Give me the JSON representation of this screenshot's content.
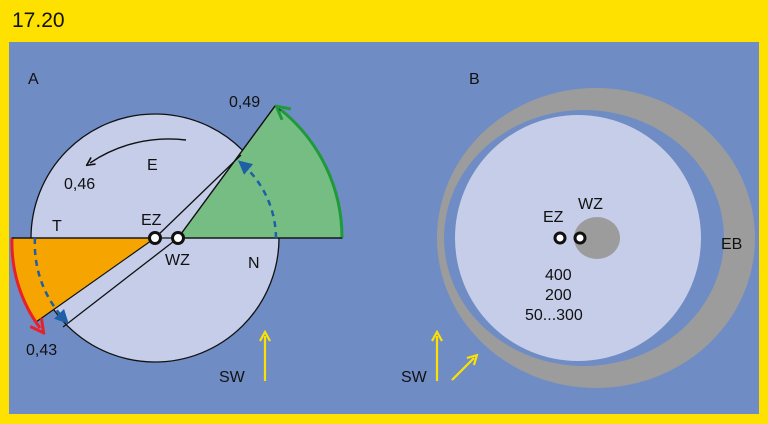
{
  "figure": {
    "number": "17.20"
  },
  "panel_a": {
    "label": "A",
    "labels": {
      "top_ratio": "0,49",
      "left_ratio": "0,46",
      "bottom_ratio": "0,43",
      "region_e": "E",
      "region_t": "T",
      "region_n": "N",
      "point_ez": "EZ",
      "point_wz": "WZ",
      "arrow_sw": "SW"
    }
  },
  "panel_b": {
    "label": "B",
    "labels": {
      "point_ez": "EZ",
      "point_wz": "WZ",
      "ring_eb": "EB",
      "value_1": "400",
      "value_2": "200",
      "value_3": "50...300",
      "arrow_sw": "SW"
    }
  },
  "colors": {
    "background_frame": "#ffe100",
    "panel_fill": "#6f8dc4",
    "circle_fill": "#c5cde9",
    "green_sector": "#76bd84",
    "green_arc": "#1e9a38",
    "orange_sector": "#f5a400",
    "red_arc": "#e8202a",
    "dashed_arrow": "#1f5fa6",
    "ring_gray": "#9c9c9c",
    "yellow_arrow": "#ffe100"
  }
}
